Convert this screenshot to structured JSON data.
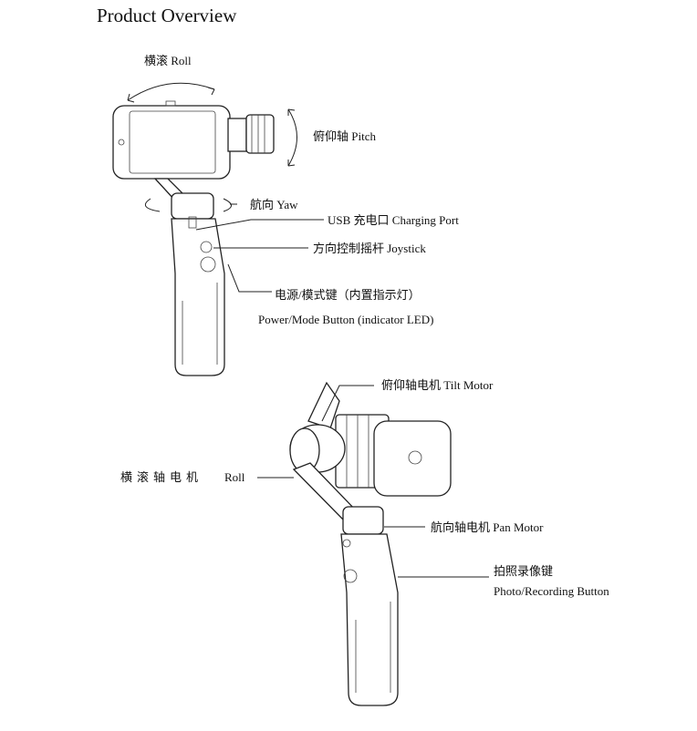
{
  "page": {
    "title": "Product Overview"
  },
  "top_device": {
    "roll_label": "横滚 Roll",
    "pitch_label": "俯仰轴 Pitch",
    "yaw_label": "航向 Yaw",
    "usb_label": "USB 充电口 Charging Port",
    "joystick_label": "方向控制摇杆 Joystick",
    "power_label_cn": "电源/模式键（内置指示灯）",
    "power_label_en": "Power/Mode Button (indicator LED)"
  },
  "bottom_device": {
    "tilt_motor_label": "俯仰轴电机 Tilt Motor",
    "roll_motor_label_cn": "横滚轴电机",
    "roll_motor_label_en": "Roll",
    "pan_motor_label": "航向轴电机 Pan Motor",
    "photo_label_cn": "拍照录像键",
    "photo_label_en": "Photo/Recording Button"
  }
}
